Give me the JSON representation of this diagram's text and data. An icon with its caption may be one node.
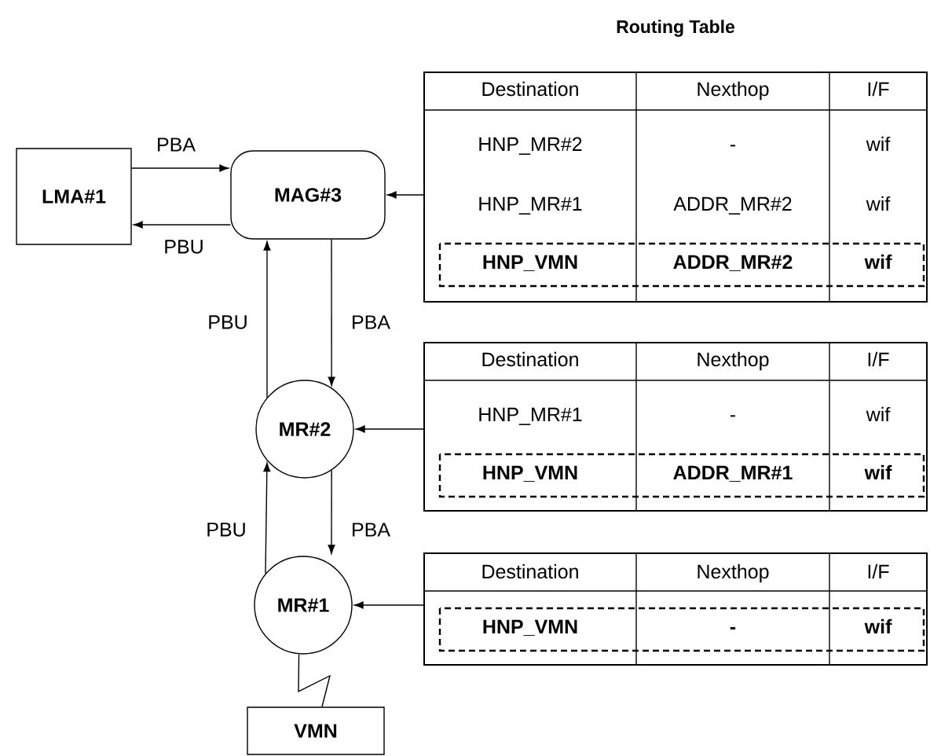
{
  "diagram": {
    "title": "Routing Table",
    "nodes": [
      {
        "text": [
          "LMA#1"
        ]
      },
      {
        "text": [
          "MAG#3"
        ]
      },
      {
        "text": [
          "MR#2"
        ]
      },
      {
        "text": [
          "MR#1"
        ]
      },
      {
        "text": [
          "VMN"
        ]
      },
      {
        "text": [
          "Destination",
          "Nexthop",
          "I/F",
          "HNP_MR#2",
          "-",
          "wif",
          "HNP_MR#1",
          "ADDR_MR#2",
          "wif",
          "HNP_VMN",
          "ADDR_MR#2",
          "wif"
        ]
      },
      {
        "text": [
          "Destination",
          "Nexthop",
          "I/F",
          "HNP_MR#1",
          "-",
          "wif",
          "HNP_VMN",
          "ADDR_MR#1",
          "wif"
        ]
      },
      {
        "text": [
          "Destination",
          "Nexthop",
          "I/F",
          "HNP_VMN",
          "-",
          "wif"
        ]
      }
    ],
    "edges": [
      {
        "from": 0,
        "to": 1,
        "arrow": "to",
        "label": "PBA"
      },
      {
        "from": 1,
        "to": 0,
        "arrow": "to",
        "label": "PBU"
      },
      {
        "from": 2,
        "to": 1,
        "arrow": "to",
        "label": "PBU"
      },
      {
        "from": 1,
        "to": 2,
        "arrow": "to",
        "label": "PBA"
      },
      {
        "from": 3,
        "to": 2,
        "arrow": "to",
        "label": "PBU"
      },
      {
        "from": 2,
        "to": 3,
        "arrow": "to",
        "label": "PBA"
      },
      {
        "from": 3,
        "to": 4,
        "arrow": "none"
      },
      {
        "from": 5,
        "to": 1,
        "arrow": "to"
      },
      {
        "from": 6,
        "to": 2,
        "arrow": "to"
      },
      {
        "from": 7,
        "to": 3,
        "arrow": "to"
      }
    ]
  }
}
